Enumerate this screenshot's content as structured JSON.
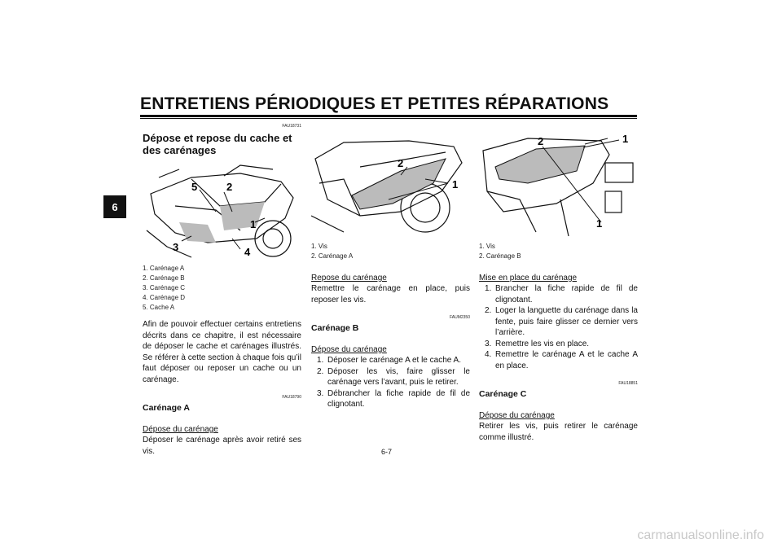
{
  "header": {
    "title": "ENTRETIENS PÉRIODIQUES ET PETITES RÉPARATIONS",
    "chapter": "6"
  },
  "col1": {
    "code1": "FAU18731",
    "heading": "Dépose et repose du cache et des carénages",
    "fig_numbers": [
      "5",
      "2",
      "1",
      "3",
      "4"
    ],
    "captions": [
      "1. Carénage A",
      "2. Carénage B",
      "3. Carénage C",
      "4. Carénage D",
      "5. Cache A"
    ],
    "intro": "Afin de pouvoir effectuer certains entretiens décrits dans ce chapitre, il est nécessaire de déposer le cache et carénages illustrés. Se référer à cette section à chaque fois qu’il faut déposer ou reposer un cache ou un carénage.",
    "code2": "FAU18790",
    "subheading": "Carénage A",
    "removal_title": "Dépose du carénage",
    "removal_text": "Déposer le carénage après avoir retiré ses vis."
  },
  "col2": {
    "fig_numbers": [
      "2",
      "1"
    ],
    "captions": [
      "1. Vis",
      "2. Carénage A"
    ],
    "install_title": "Repose du carénage",
    "install_text": "Remettre le carénage en place, puis reposer les vis.",
    "code": "FAUM2350",
    "subheading": "Carénage B",
    "removal_title": "Dépose du carénage",
    "steps": [
      {
        "n": "1.",
        "t": "Déposer le carénage A et le cache A."
      },
      {
        "n": "2.",
        "t": "Déposer les vis, faire glisser le carénage vers l’avant, puis le retirer."
      },
      {
        "n": "3.",
        "t": "Débrancher la fiche rapide de fil de clignotant."
      }
    ]
  },
  "col3": {
    "fig_numbers": [
      "2",
      "1",
      "1"
    ],
    "captions": [
      "1. Vis",
      "2. Carénage B"
    ],
    "install_title": "Mise en place du carénage",
    "steps": [
      {
        "n": "1.",
        "t": "Brancher la fiche rapide de fil de clignotant."
      },
      {
        "n": "2.",
        "t": "Loger la languette du carénage dans la fente, puis faire glisser ce dernier vers l’arrière."
      },
      {
        "n": "3.",
        "t": "Remettre les vis en place."
      },
      {
        "n": "4.",
        "t": "Remettre le carénage A et le cache A en place."
      }
    ],
    "code": "FAU18851",
    "subheading": "Carénage C",
    "removal_title": "Dépose du carénage",
    "removal_text": "Retirer les vis, puis retirer le carénage comme illustré."
  },
  "footer": {
    "page": "6-7",
    "watermark": "carmanualsonline.info"
  }
}
